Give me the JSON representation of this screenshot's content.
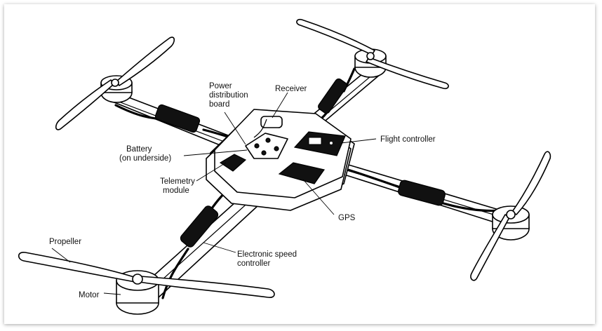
{
  "diagram": {
    "labels": {
      "power_distribution_board": [
        "Power",
        "distribution",
        "board"
      ],
      "receiver": "Receiver",
      "flight_controller": "Flight controller",
      "battery": [
        "Battery",
        "(on underside)"
      ],
      "telemetry_module": [
        "Telemetry",
        "module"
      ],
      "gps": "GPS",
      "propeller": "Propeller",
      "electronic_speed_controller": [
        "Electronic speed",
        "controller"
      ],
      "motor": "Motor"
    }
  }
}
